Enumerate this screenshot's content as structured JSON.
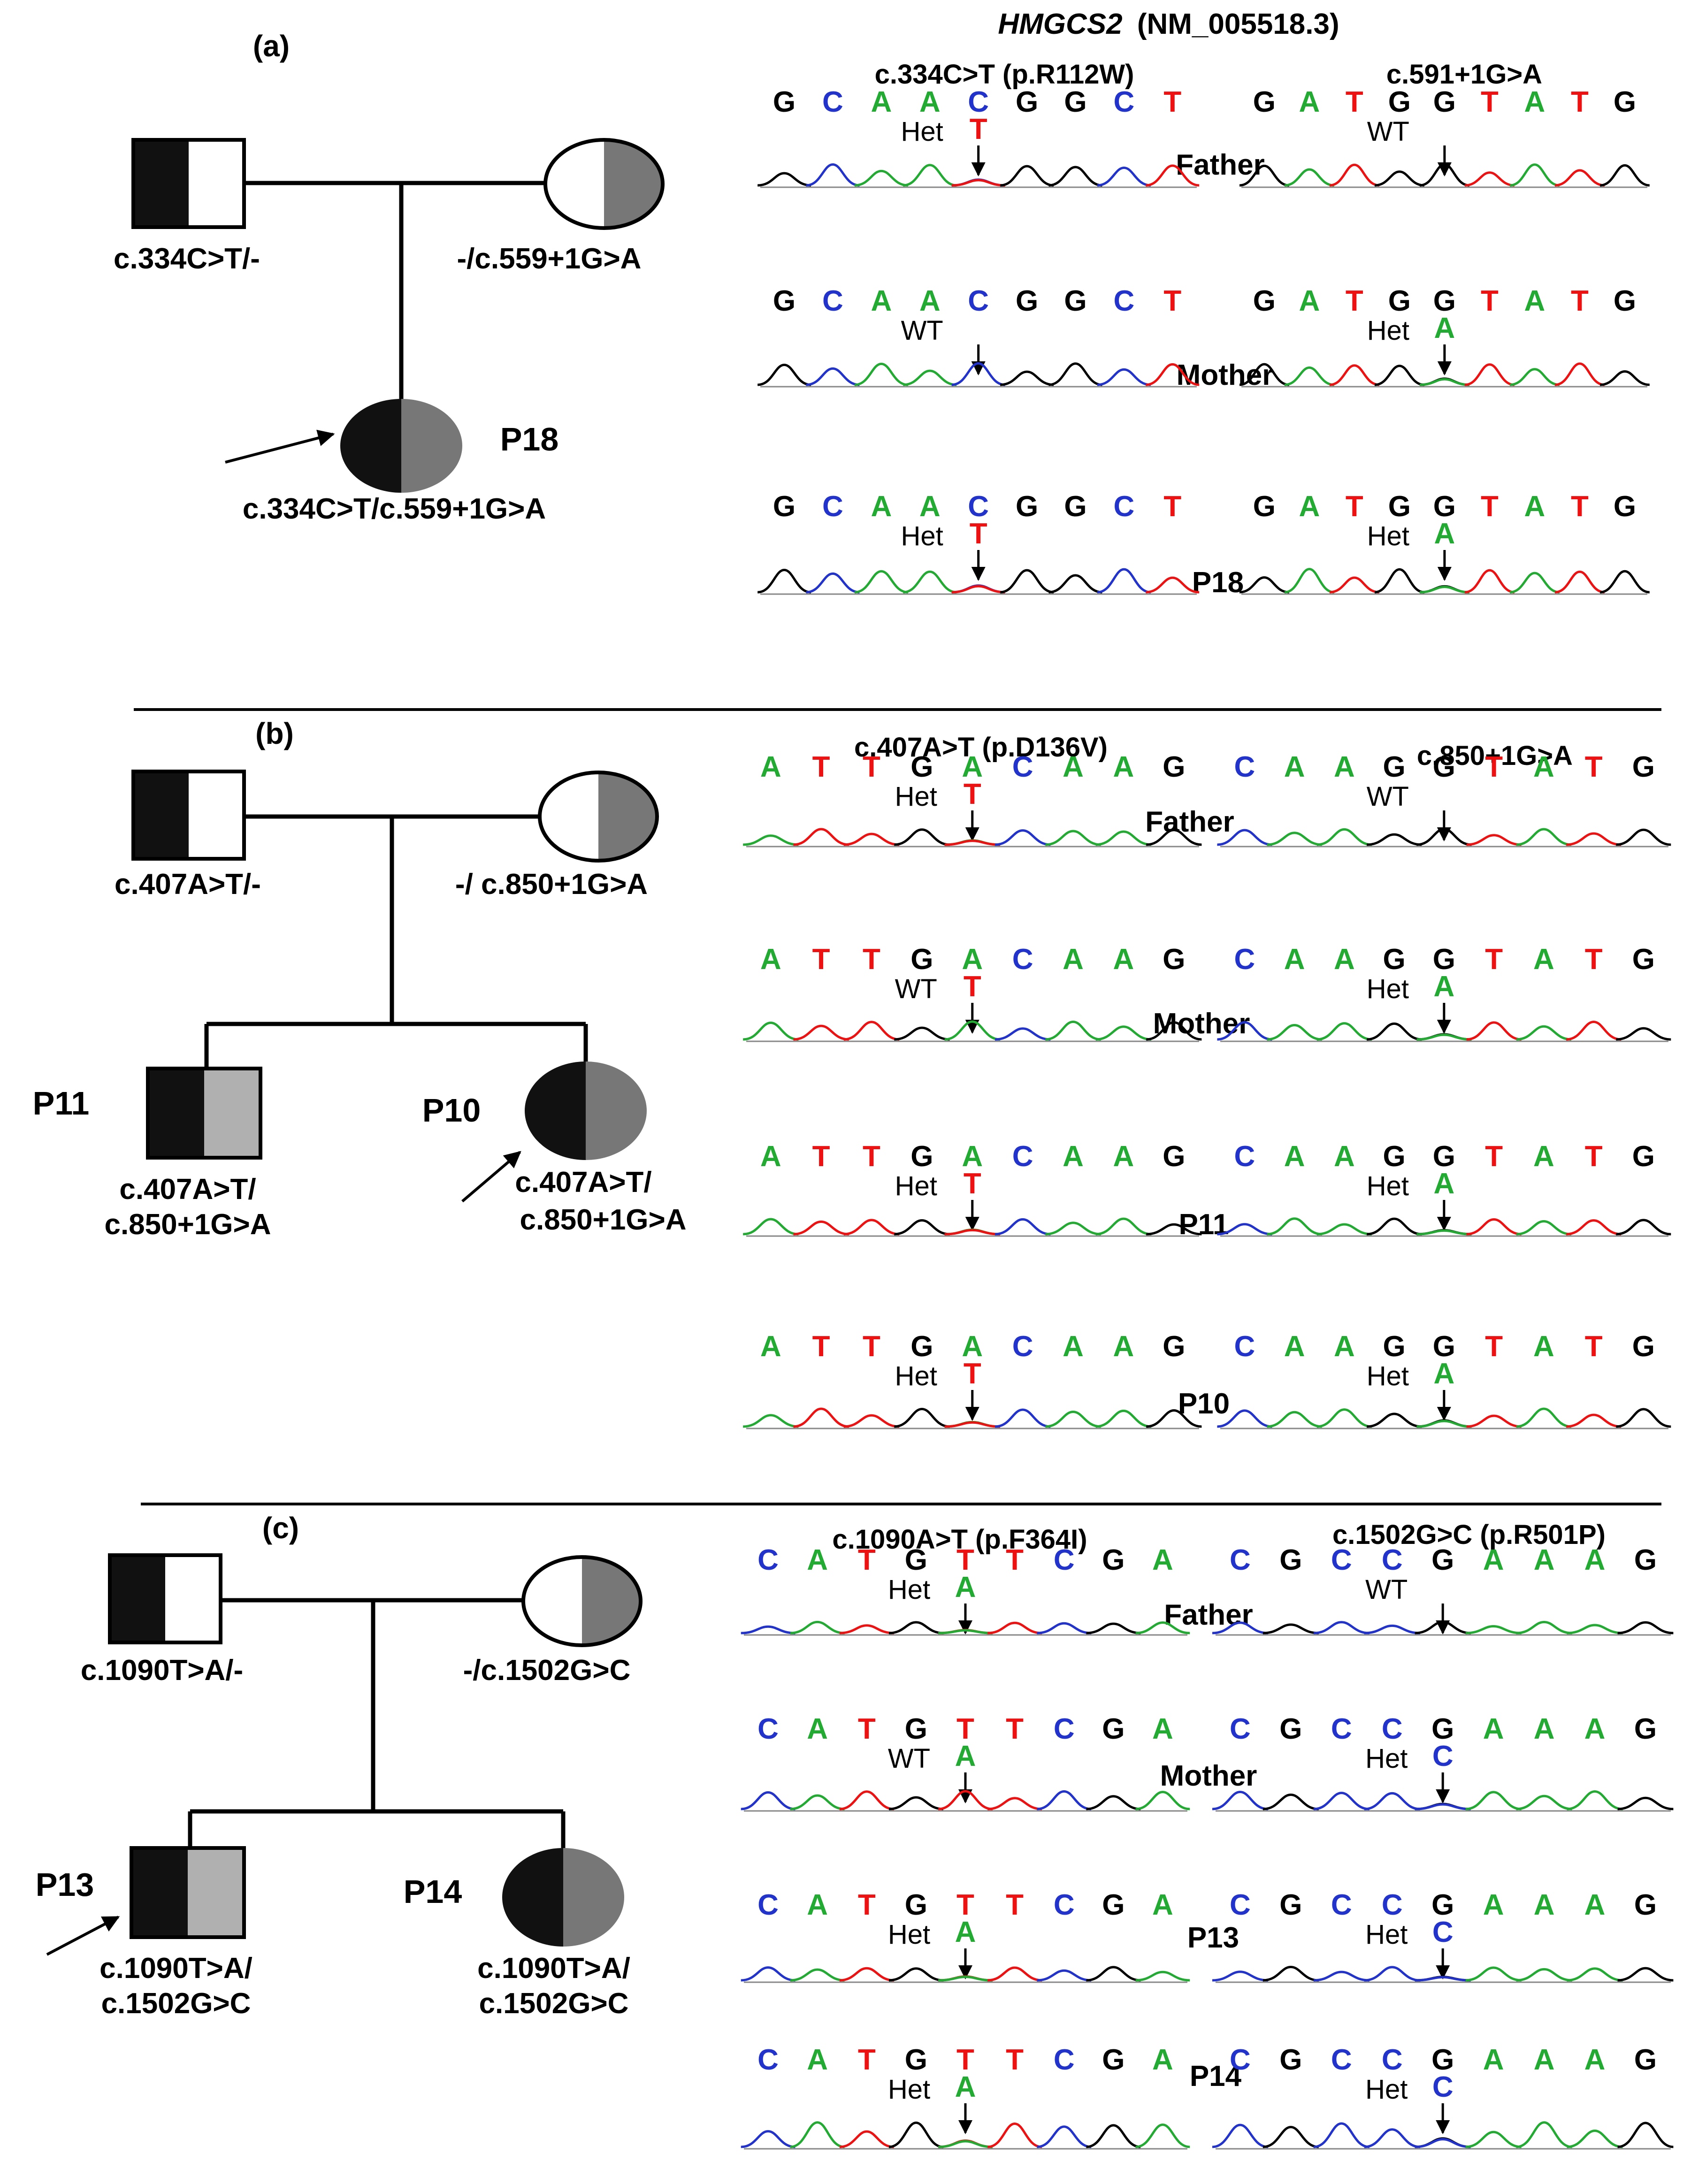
{
  "colors": {
    "ink": "#000000",
    "fill_dark": "#111111",
    "fill_mid": "#777777",
    "fill_light": "#b0b0b0",
    "base_A": "#22aa33",
    "base_C": "#2233cc",
    "base_G": "#000000",
    "base_T": "#ee1111"
  },
  "header": {
    "gene": "HMGCS2",
    "transcript": "(NM_005518.3)"
  },
  "panels": [
    {
      "label": "(a)",
      "pedigree": {
        "father": {
          "genotype": "c.334C>T/-"
        },
        "mother": {
          "genotype": "-/c.559+1G>A"
        },
        "children": [
          {
            "id": "P18",
            "genotype": "c.334C>T/c.559+1G>A"
          }
        ]
      },
      "variants": [
        {
          "name": "c.334C>T (p.R112W)",
          "ref_seq": "GCAACGGCT",
          "alt_base": "T",
          "mut_index": 4
        },
        {
          "name": "c.591+1G>A",
          "ref_seq": "GATGGTATG",
          "alt_base": "A",
          "mut_index": 4
        }
      ],
      "rows": [
        {
          "who": "Father",
          "calls": [
            "Het",
            "WT"
          ]
        },
        {
          "who": "Mother",
          "calls": [
            "WT",
            "Het"
          ]
        },
        {
          "who": "P18",
          "calls": [
            "Het",
            "Het"
          ]
        }
      ]
    },
    {
      "label": "(b)",
      "pedigree": {
        "father": {
          "genotype": "c.407A>T/-"
        },
        "mother": {
          "genotype": "-/ c.850+1G>A"
        },
        "children": [
          {
            "id": "P11",
            "genotype_line1": "c.407A>T/",
            "genotype_line2": "c.850+1G>A"
          },
          {
            "id": "P10",
            "genotype_line1": "c.407A>T/",
            "genotype_line2": "c.850+1G>A"
          }
        ]
      },
      "variants": [
        {
          "name": "c.407A>T (p.D136V)",
          "ref_seq": "ATTGACAAG",
          "alt_base": "T",
          "mut_index": 4
        },
        {
          "name": "c.850+1G>A",
          "ref_seq": "CAAGGTATG",
          "alt_base": "A",
          "mut_index": 4
        }
      ],
      "rows": [
        {
          "who": "Father",
          "calls": [
            "Het",
            "WT"
          ]
        },
        {
          "who": "Mother",
          "calls": [
            "WT",
            "Het"
          ]
        },
        {
          "who": "P11",
          "calls": [
            "Het",
            "Het"
          ]
        },
        {
          "who": "P10",
          "calls": [
            "Het",
            "Het"
          ]
        }
      ]
    },
    {
      "label": "(c)",
      "pedigree": {
        "father": {
          "genotype": "c.1090T>A/-"
        },
        "mother": {
          "genotype": "-/c.1502G>C"
        },
        "children": [
          {
            "id": "P13",
            "genotype_line1": "c.1090T>A/",
            "genotype_line2": "c.1502G>C"
          },
          {
            "id": "P14",
            "genotype_line1": "c.1090T>A/",
            "genotype_line2": "c.1502G>C"
          }
        ]
      },
      "variants": [
        {
          "name": "c.1090A>T (p.F364I)",
          "ref_seq": "CATGTTCGA",
          "alt_base": "A",
          "mut_index": 4
        },
        {
          "name": "c.1502G>C (p.R501P)",
          "ref_seq": "CGCCGAAAG",
          "alt_base": "C",
          "mut_index": 4
        }
      ],
      "rows": [
        {
          "who": "Father",
          "calls": [
            "Het",
            "WT"
          ]
        },
        {
          "who": "Mother",
          "calls": [
            "WT",
            "Het"
          ]
        },
        {
          "who": "P13",
          "calls": [
            "Het",
            "Het"
          ]
        },
        {
          "who": "P14",
          "calls": [
            "Het",
            "Het"
          ]
        }
      ]
    }
  ]
}
